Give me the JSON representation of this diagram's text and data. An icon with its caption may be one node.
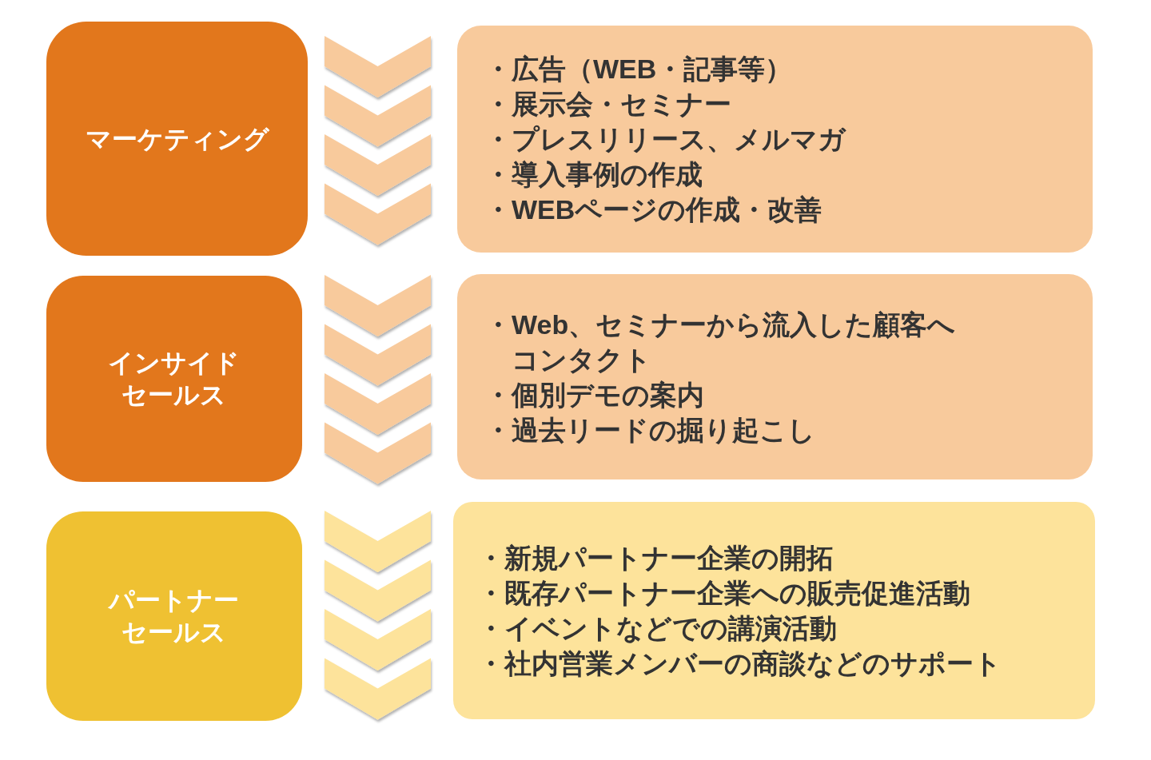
{
  "diagram": {
    "nodes": [
      {
        "text": [
          "マーケティング"
        ]
      },
      {
        "text": [
          "・広告（WEB・記事等）",
          "・展示会・セミナー",
          "・プレスリリース、メルマガ",
          "・導入事例の作成",
          "・WEBページの作成・改善"
        ]
      },
      {
        "text": [
          "インサイドセールス"
        ]
      },
      {
        "text": [
          "・Web、セミナーから流入した顧客へコンタクト",
          "・個別デモの案内",
          "・過去リードの掘り起こし"
        ]
      },
      {
        "text": [
          "パートナーセールス"
        ]
      },
      {
        "text": [
          "・新規パートナー企業の開拓",
          "・既存パートナー企業への販売促進活動",
          "・イベントなどでの講演活動",
          "・社内営業メンバーの商談などのサポート"
        ]
      }
    ],
    "edges": [
      {
        "from": 0,
        "to": 1,
        "arrow": "none"
      },
      {
        "from": 2,
        "to": 3,
        "arrow": "none"
      },
      {
        "from": 4,
        "to": 5,
        "arrow": "none",
        "color": "#fde39b"
      }
    ]
  }
}
